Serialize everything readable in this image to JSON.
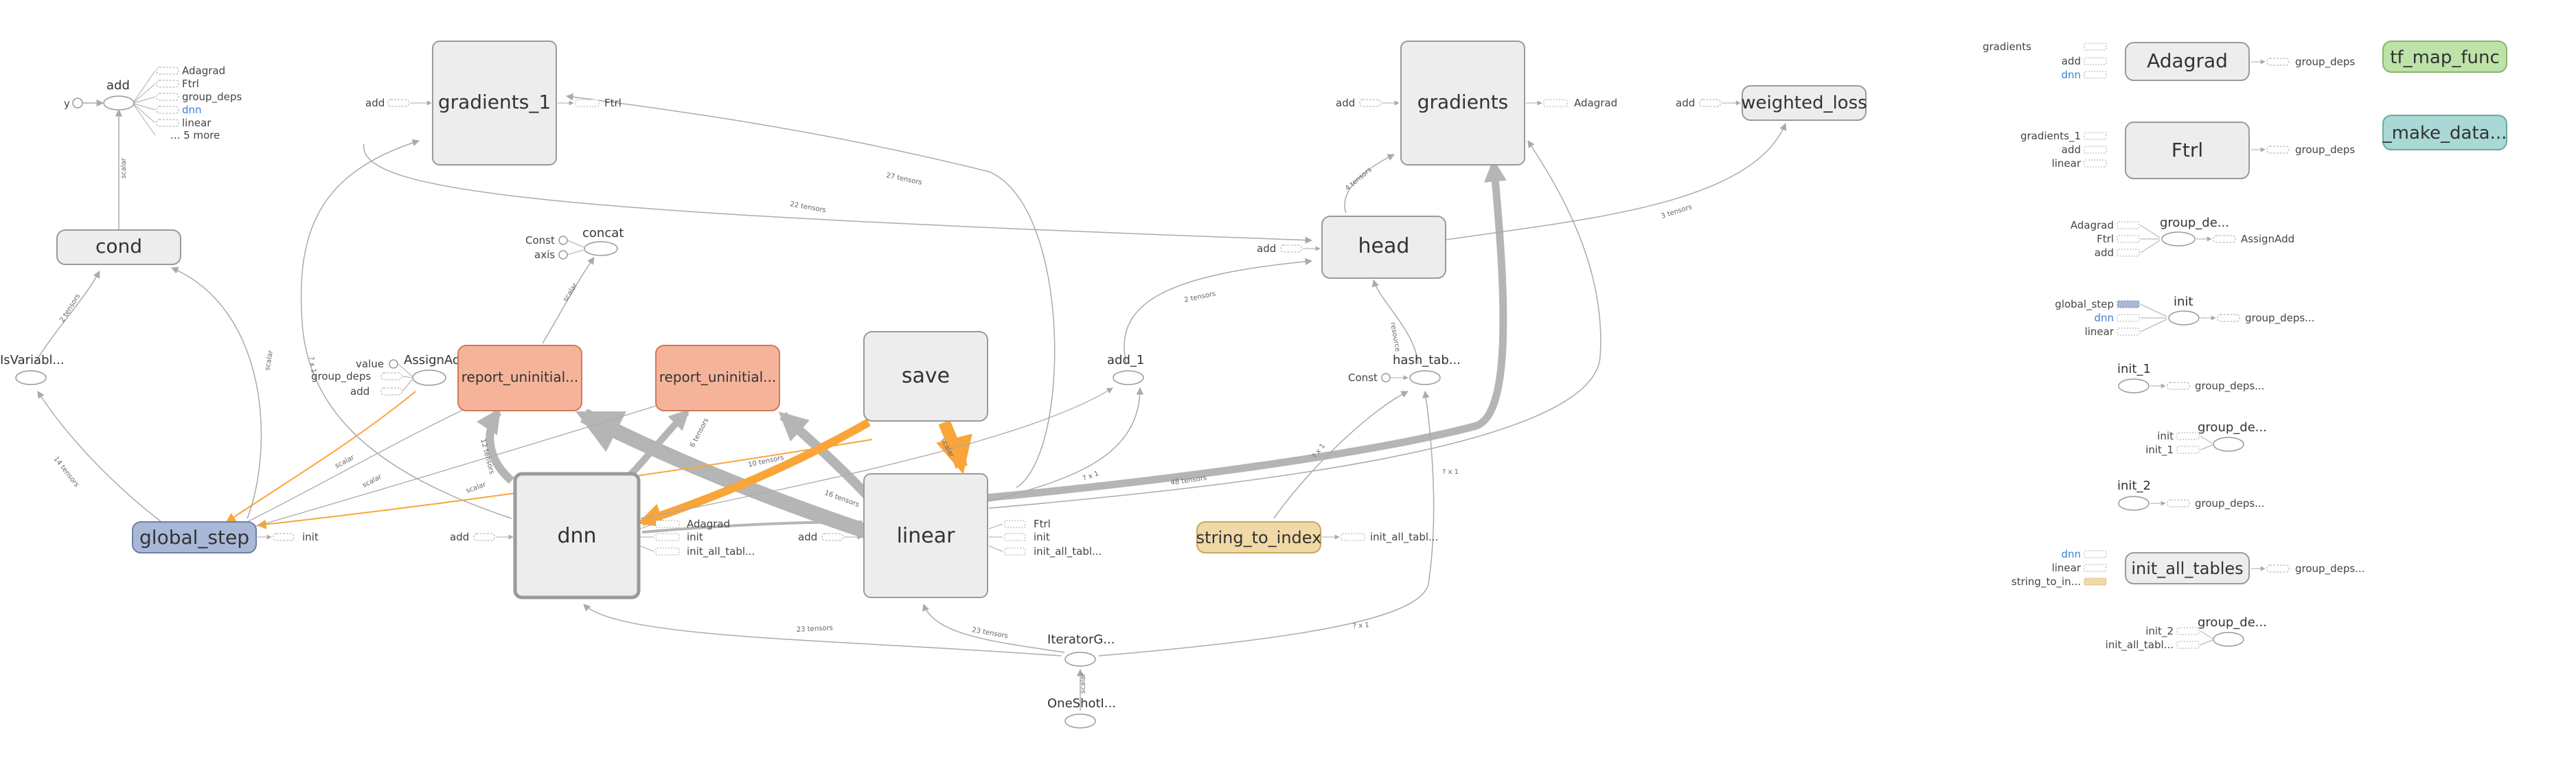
{
  "colors": {
    "edge": "#aaaaaa",
    "edge_heavy": "#b5b5b5",
    "edge_ref": "#f9a53a",
    "node_fill": "#ededed",
    "node_stroke": "#9a9a9a",
    "global_step_fill": "#aab8d8",
    "report_fill": "#f5b49a",
    "report_stroke": "#d07a5a",
    "string_to_index_fill": "#f0d9a6",
    "string_to_index_stroke": "#c9a860",
    "tf_map_fill": "#bde3a8",
    "tf_map_stroke": "#86b56d",
    "make_data_fill": "#a9d8d5",
    "make_data_stroke": "#6aaaa6",
    "dnn_label_color": "#3a7fd5"
  },
  "nodes": {
    "gradients_1": "gradients_1",
    "gradients": "gradients",
    "weighted_loss": "weighted_loss",
    "head": "head",
    "cond": "cond",
    "add_top": "add",
    "y": "y",
    "is_variable": "IsVariabl...",
    "assign_add": "AssignAdd",
    "report_1": "report_uninitial...",
    "report_2": "report_uninitial...",
    "save": "save",
    "concat": "concat",
    "const": "Const",
    "axis": "axis",
    "value": "value",
    "group_deps": "group_deps",
    "add": "add",
    "global_step": "global_step",
    "dnn": "dnn",
    "linear": "linear",
    "add_1": "add_1",
    "hash_tab": "hash_tab...",
    "string_to_index": "string_to_index",
    "iterator_g": "IteratorG...",
    "one_shot": "OneShotI...",
    "init": "init",
    "ftrl": "Ftrl",
    "adagrad": "Adagrad",
    "init_all_tabl": "init_all_tabl...",
    "add_top_outputs": [
      "Adagrad",
      "Ftrl",
      "group_deps",
      "dnn",
      "linear",
      "... 5 more"
    ]
  },
  "right_panel": {
    "adagrad": {
      "title": "Adagrad",
      "inputs": [
        "gradients",
        "add",
        "dnn"
      ],
      "output": "group_deps"
    },
    "ftrl": {
      "title": "Ftrl",
      "inputs": [
        "gradients_1",
        "add",
        "linear"
      ],
      "output": "group_deps"
    },
    "tf_map_func": "tf_map_func",
    "make_data": "_make_data...",
    "group_de_1": {
      "title": "group_de...",
      "inputs": [
        "Adagrad",
        "Ftrl",
        "add"
      ],
      "output": "AssignAdd"
    },
    "init": {
      "title": "init",
      "inputs": [
        "global_step",
        "dnn",
        "linear"
      ],
      "output": "group_deps..."
    },
    "init_1": {
      "title": "init_1",
      "output": "group_deps..."
    },
    "group_de_2": {
      "title": "group_de...",
      "inputs": [
        "init",
        "init_1"
      ]
    },
    "init_2": {
      "title": "init_2",
      "output": "group_deps..."
    },
    "init_all_tables": {
      "title": "init_all_tables",
      "inputs": [
        "dnn",
        "linear",
        "string_to_in..."
      ],
      "output": "group_deps..."
    },
    "group_de_3": {
      "title": "group_de...",
      "inputs": [
        "init_2",
        "init_all_tabl..."
      ]
    }
  },
  "edge_labels": {
    "scalar": "scalar",
    "tensors_2": "2 tensors",
    "tensors_10": "10 tensors",
    "tensors_12": "12 tensors",
    "tensors_14": "14 tensors",
    "tensors_16": "16 tensors",
    "tensors_3": "3 tensors",
    "tensors_4": "4 tensors",
    "tensors_6": "6 tensors",
    "tensors_48": "48 tensors",
    "tensors_27": "27 tensors",
    "tensors_23": "23 tensors",
    "tensors_22": "22 tensors",
    "dim": "? x 1",
    "resource": "resource",
    "scalars": "3 scalars"
  }
}
